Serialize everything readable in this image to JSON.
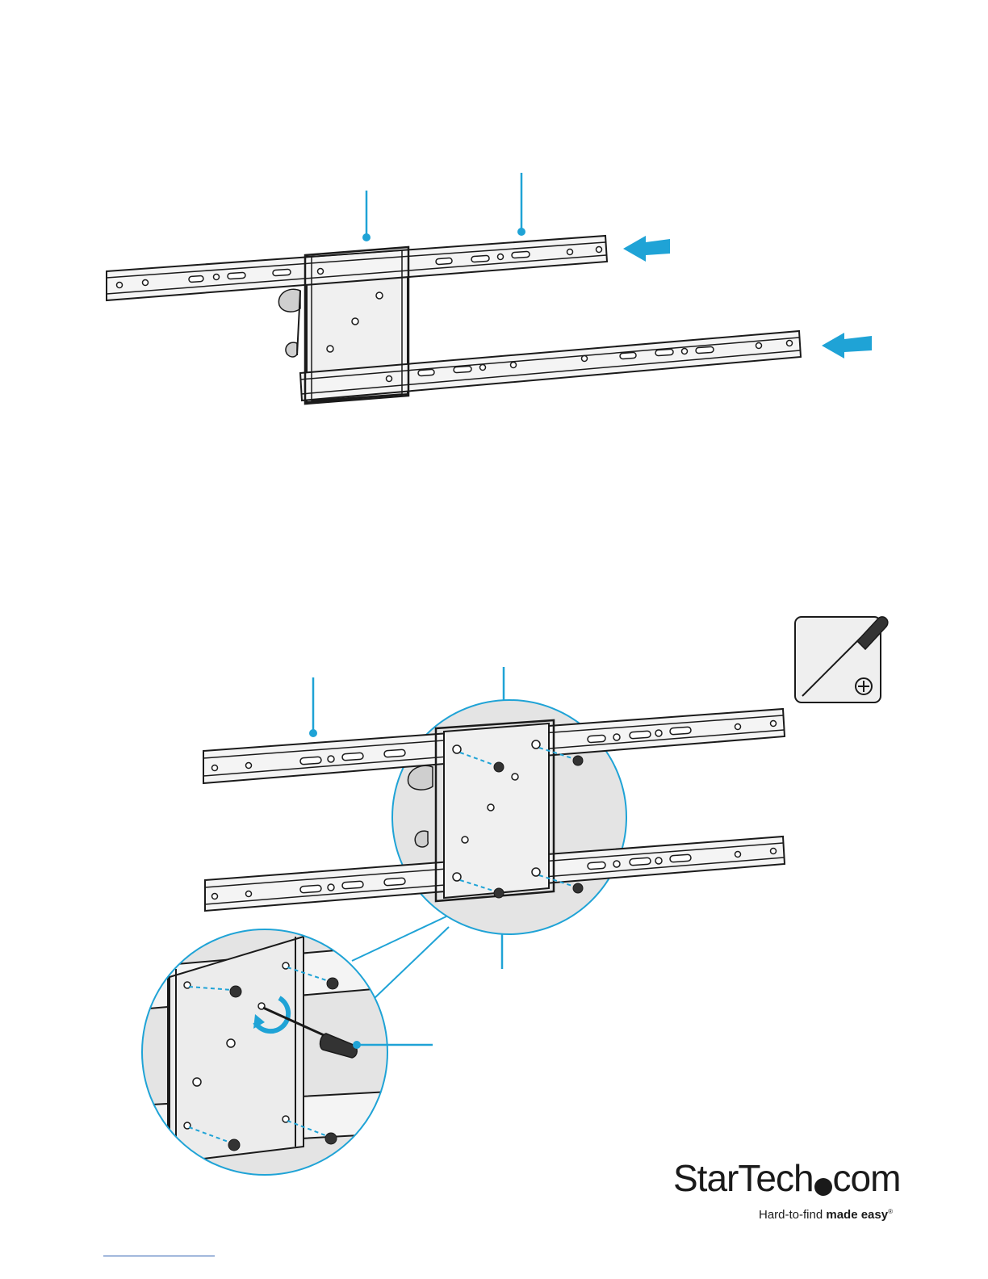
{
  "brand": {
    "name_part1": "StarTech",
    "name_part2": "com",
    "tagline_regular": "Hard-to-find ",
    "tagline_bold": "made easy",
    "trademark": "®"
  },
  "colors": {
    "accent": "#1fa3d6",
    "accent_light": "#bfe6f5",
    "bracket_fill": "#e6e6e6",
    "rail_fill": "#f2f2f2",
    "line": "#1a1a1a",
    "footer_rule": "#2a5db0"
  },
  "icons": {
    "tool": "phillips-screwdriver-icon",
    "arrows": "arrow-left-icon"
  }
}
